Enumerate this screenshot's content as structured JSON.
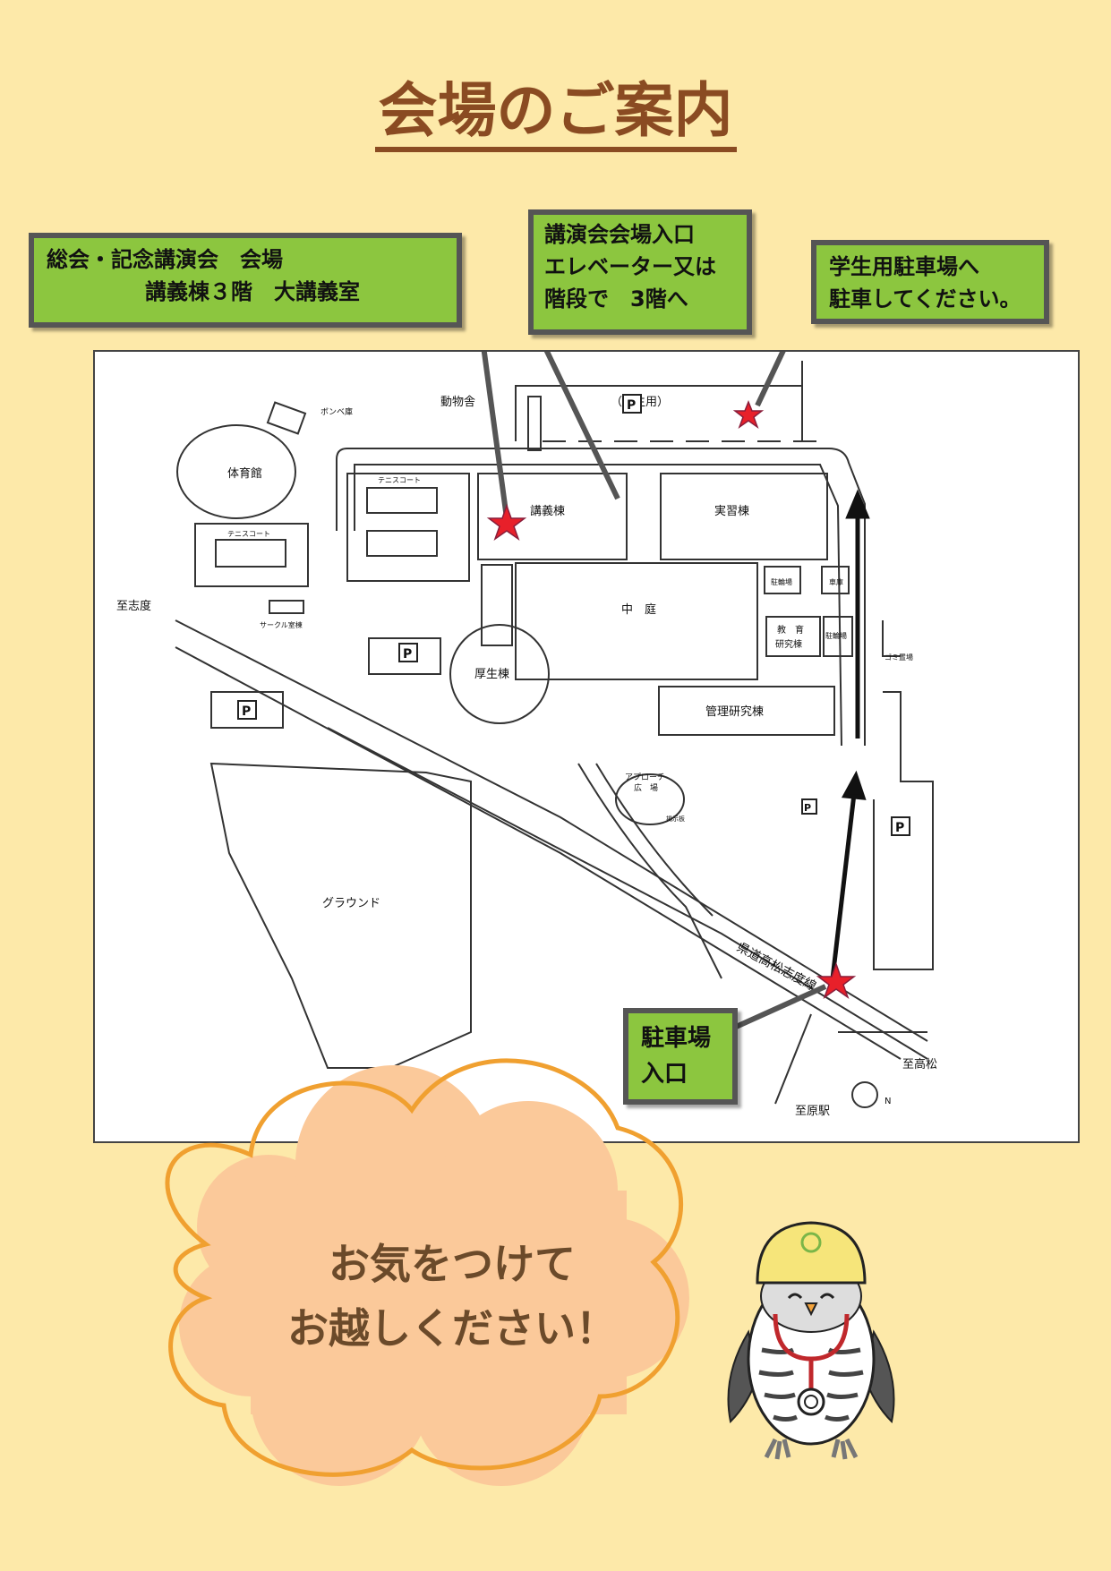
{
  "title": "会場のご案内",
  "callouts": {
    "venue": {
      "line1": "総会・記念講演会　会場",
      "line2": "講義棟３階　大講義室"
    },
    "entrance": {
      "line1": "講演会会場入口",
      "line2": "エレベーター又は",
      "line3": "階段で　3階へ"
    },
    "student_parking": {
      "line1": "学生用駐車場へ",
      "line2": "駐車してください。"
    },
    "parking_entrance": {
      "line1": "駐車場",
      "line2": "入口"
    }
  },
  "map": {
    "labels": {
      "gym": "体育館",
      "cylinder": "ボンベ庫",
      "animal": "動物舎",
      "student_parking": "（学生用）",
      "tennis1": "テニスコート",
      "tennis2": "テニスコート",
      "lecture": "講義棟",
      "practice": "実習棟",
      "bike1": "駐輪場",
      "garage": "車庫",
      "courtyard": "中　庭",
      "education1": "教　育",
      "education2": "研究棟",
      "bike2": "駐輪場",
      "garbage": "ゴミ置場",
      "circle": "サークル室棟",
      "shido": "至志度",
      "welfare": "厚生棟",
      "mgmt": "管理研究棟",
      "approach1": "アプローチ",
      "approach2": "広　場",
      "board": "掲示板",
      "ground": "グラウンド",
      "road": "県道高松志度線",
      "takamatsu": "至高松",
      "harada": "至原駅",
      "north": "N",
      "parking": "P"
    }
  },
  "message": {
    "line1": "お気をつけて",
    "line2": "お越しください！"
  },
  "colors": {
    "background": "#fde9a9",
    "title": "#8a4b22",
    "callout": "#8cc63f",
    "star": "#e8202a",
    "cloud_border": "#f0a030",
    "cloud_fill": "#fbc99a"
  }
}
